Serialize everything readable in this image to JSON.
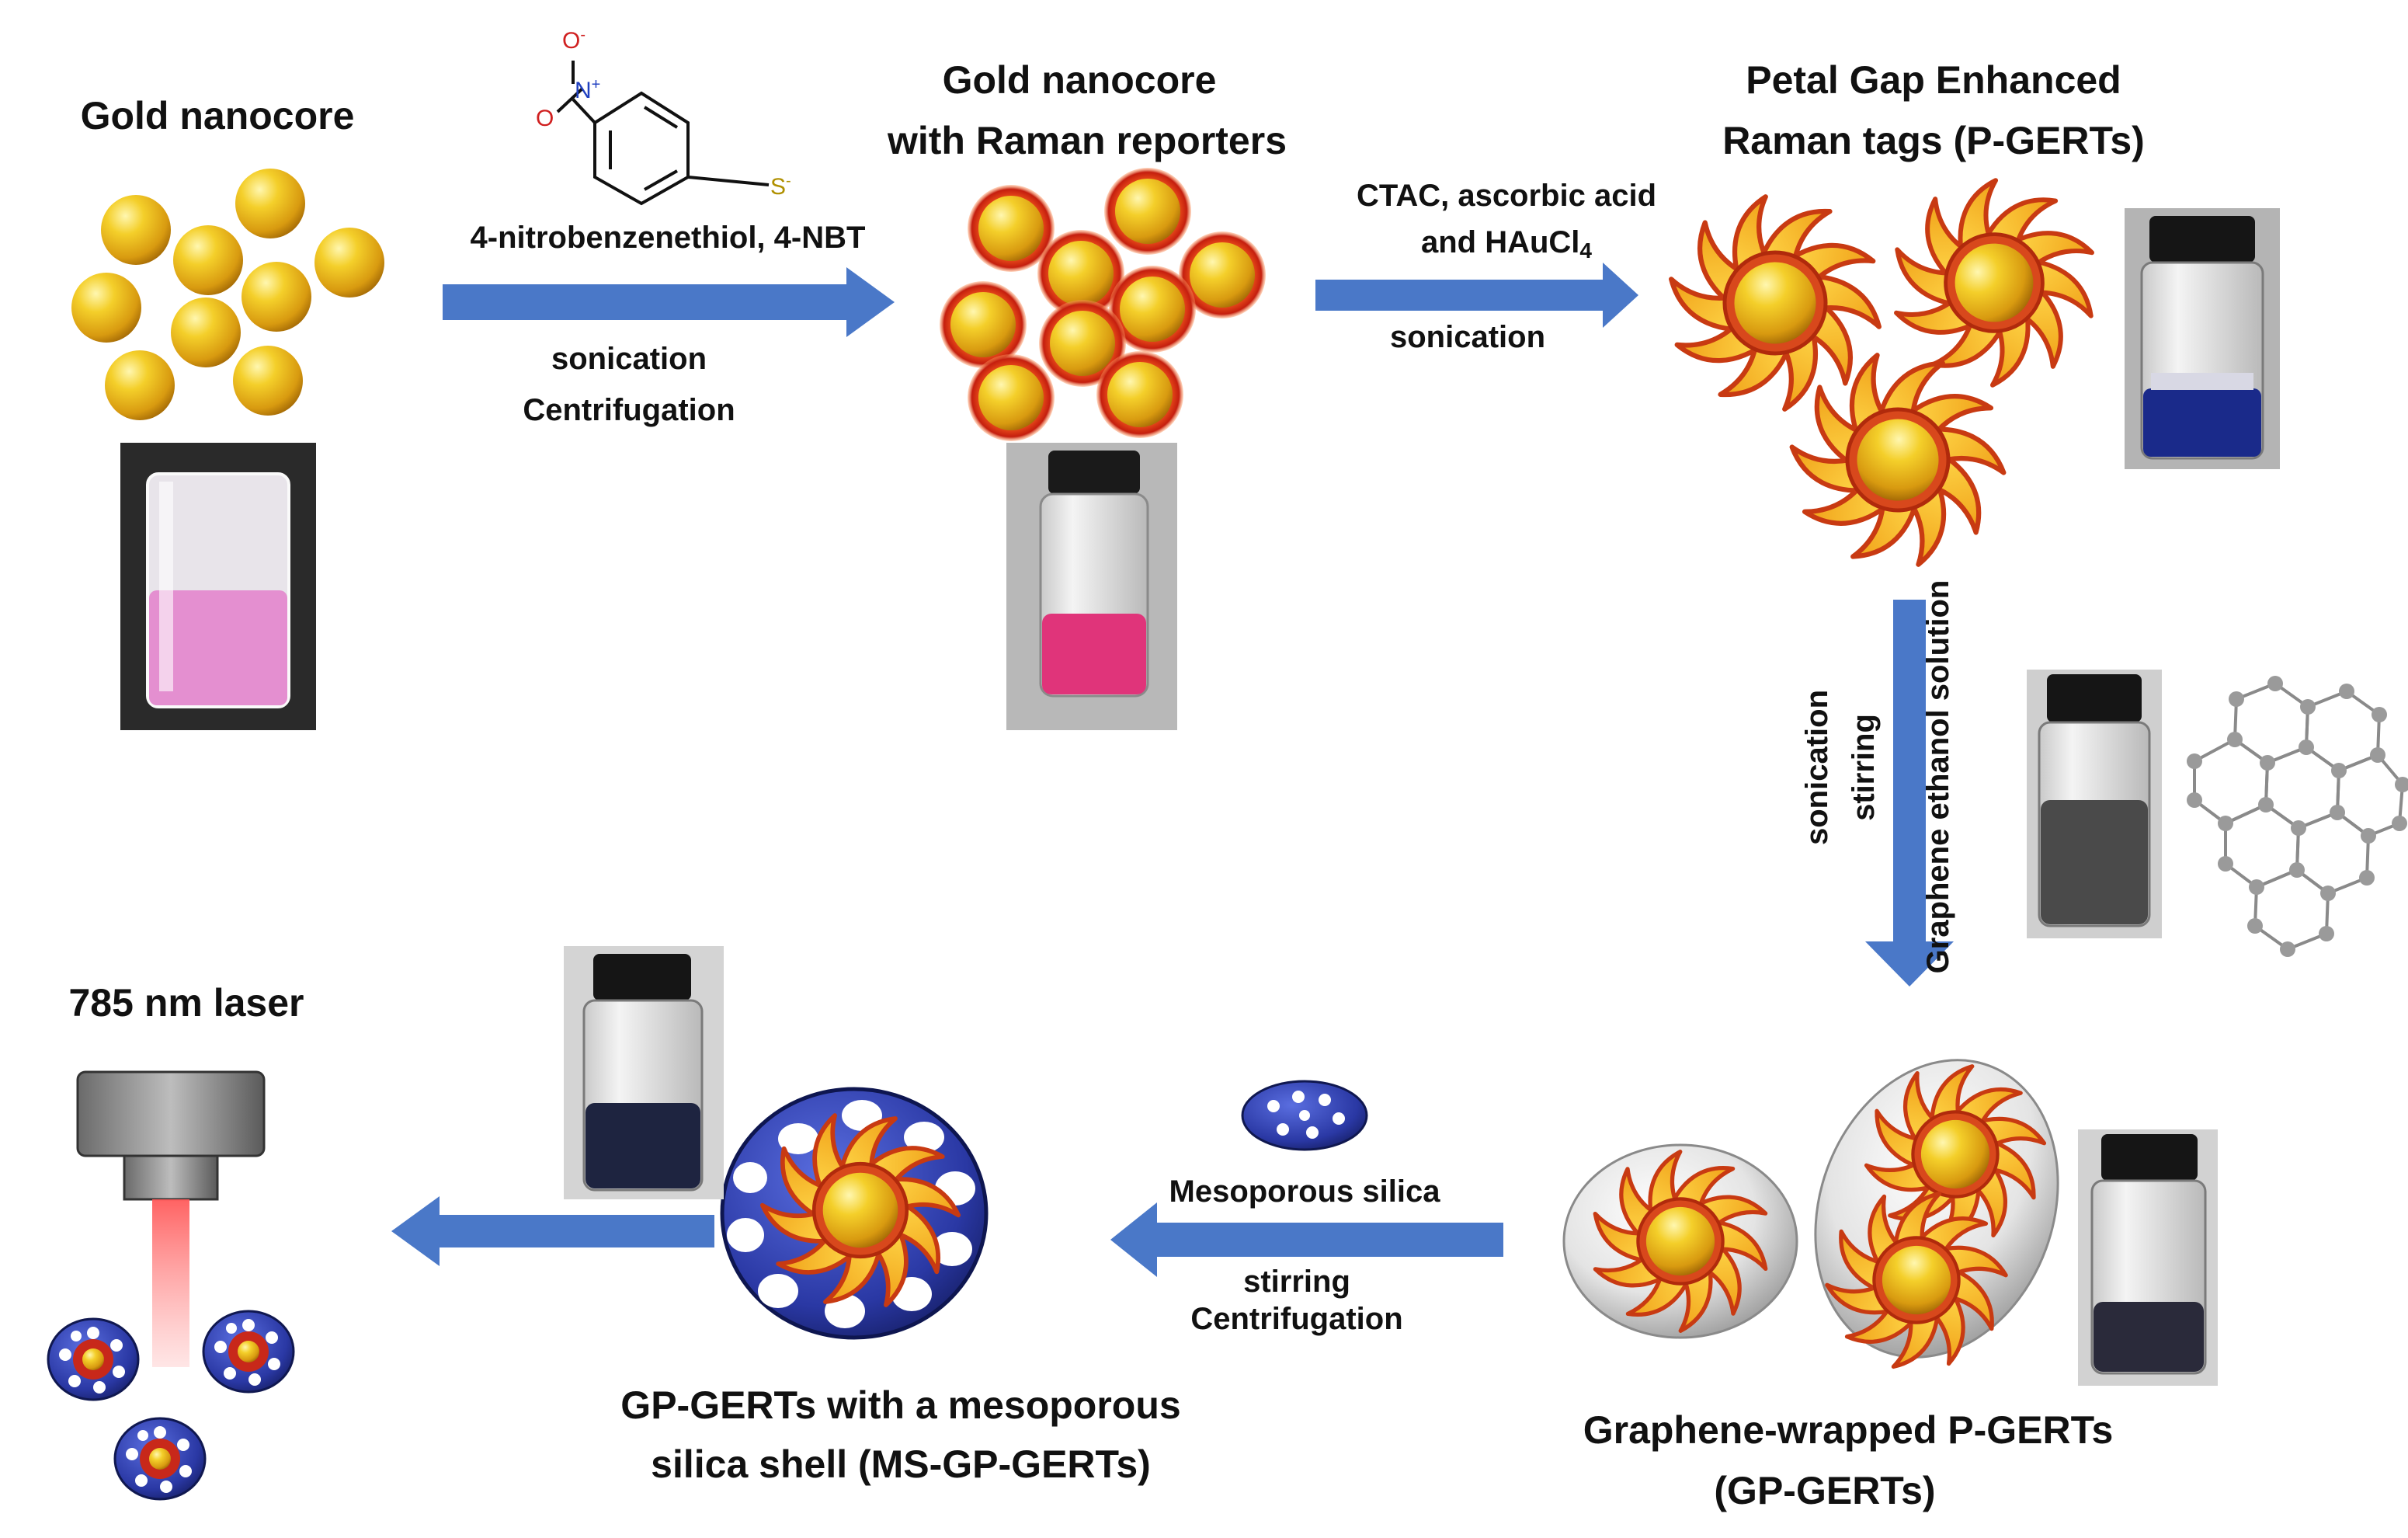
{
  "diagram": {
    "steps": {
      "gold_nanocore": {
        "title": "Gold nanocore"
      },
      "raman_reporters": {
        "title_line1": "Gold nanocore",
        "title_line2": "with Raman reporters"
      },
      "pgerts": {
        "title_line1": "Petal Gap Enhanced",
        "title_line2": "Raman tags (P-GERTs)"
      },
      "gpgerts": {
        "title_line1": "Graphene-wrapped P-GERTs",
        "title_line2": "(GP-GERTs)"
      },
      "msgpgerts": {
        "title_line1": "GP-GERTs with a mesoporous",
        "title_line2": "silica shell (MS-GP-GERTs)"
      },
      "laser": {
        "title": "785 nm laser"
      }
    },
    "arrows": {
      "a1": {
        "label_top": "4-nitrobenzenethiol, 4-NBT",
        "label_b1": "sonication",
        "label_b2": "Centrifugation"
      },
      "a2": {
        "label_t1": "CTAC, ascorbic acid",
        "label_t2": "and HAuCl",
        "label_t2_sub": "4",
        "label_b1": "sonication"
      },
      "a3": {
        "label_left1": "sonication",
        "label_left2": "stirring",
        "label_right": "Graphene ethanol solution"
      },
      "a4": {
        "label_t1": "Mesoporous silica",
        "label_b1": "stirring",
        "label_b2": "Centrifugation"
      }
    },
    "molecule": {
      "atom_n": "N",
      "atom_n_charge": "+",
      "atom_o1": "O",
      "atom_o1_charge": "-",
      "atom_o2": "O",
      "atom_s": "S",
      "atom_s_charge": "-"
    },
    "colors": {
      "arrow": "#4a78c8",
      "gold": "#f2c21e",
      "petal": "#f5b820",
      "petal_edge": "#c83a12",
      "silica": "#2a3aa8"
    }
  }
}
